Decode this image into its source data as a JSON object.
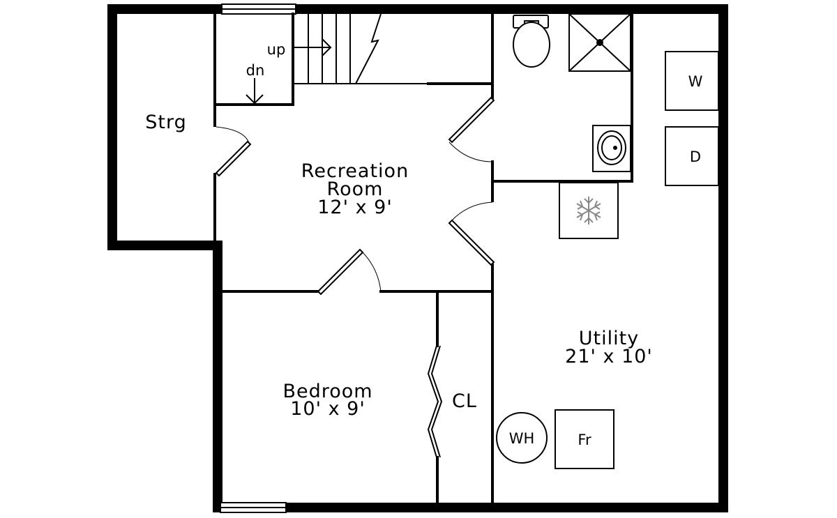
{
  "rooms": {
    "storage": "Strg",
    "recreation_name": "Recreation",
    "recreation_name2": "Room",
    "recreation_size": "12' x 9'",
    "bedroom_name": "Bedroom",
    "bedroom_size": "10' x 9'",
    "closet": "CL",
    "utility_name": "Utility",
    "utility_size": "21' x 10'"
  },
  "stairs": {
    "up": "up",
    "down": "dn"
  },
  "fixtures": {
    "washer": "W",
    "dryer": "D",
    "water_heater": "WH",
    "furnace": "Fr",
    "ac_icon": "snowflake-icon"
  }
}
